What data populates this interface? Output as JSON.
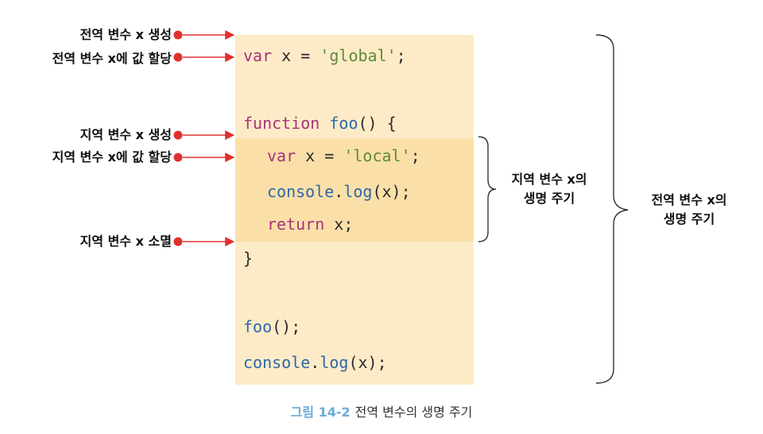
{
  "annotations": [
    {
      "text": "전역 변수 x 생성"
    },
    {
      "text": "전역 변수 x에 값 할당"
    },
    {
      "text": "지역 변수 x 생성"
    },
    {
      "text": "지역 변수 x에 값 할당"
    },
    {
      "text": "지역 변수 x 소멸"
    }
  ],
  "code": {
    "l1": {
      "kw": "var",
      "mid": " x = ",
      "str": "'global'",
      "end": ";"
    },
    "l2": {
      "kw": "function",
      "sp": " ",
      "fn": "foo",
      "end": "() {"
    },
    "l3": {
      "kw": "var",
      "mid": " x = ",
      "str": "'local'",
      "end": ";"
    },
    "l4": {
      "a": "console",
      "dot": ".",
      "fn": "log",
      "end": "(x);"
    },
    "l5": {
      "kw": "return",
      "end": " x;"
    },
    "l6": {
      "text": "}"
    },
    "l7": {
      "fn": "foo",
      "end": "();"
    },
    "l8": {
      "a": "console",
      "dot": ".",
      "fn": "log",
      "end": "(x);"
    }
  },
  "braces": {
    "local": {
      "line1": "지역 변수 x의",
      "line2": "생명 주기"
    },
    "global": {
      "line1": "전역 변수 x의",
      "line2": "생명 주기"
    }
  },
  "caption": {
    "figure": "그림 14-2",
    "text": "전역 변수의 생명 주기"
  },
  "colors": {
    "outer_panel": "#fdebc7",
    "inner_panel": "#fae0a8",
    "marker": "#e0302e",
    "keyword": "#a8327a",
    "string": "#5e8b3a",
    "function": "#2f67a8",
    "caption_figure": "#6aaad8"
  }
}
